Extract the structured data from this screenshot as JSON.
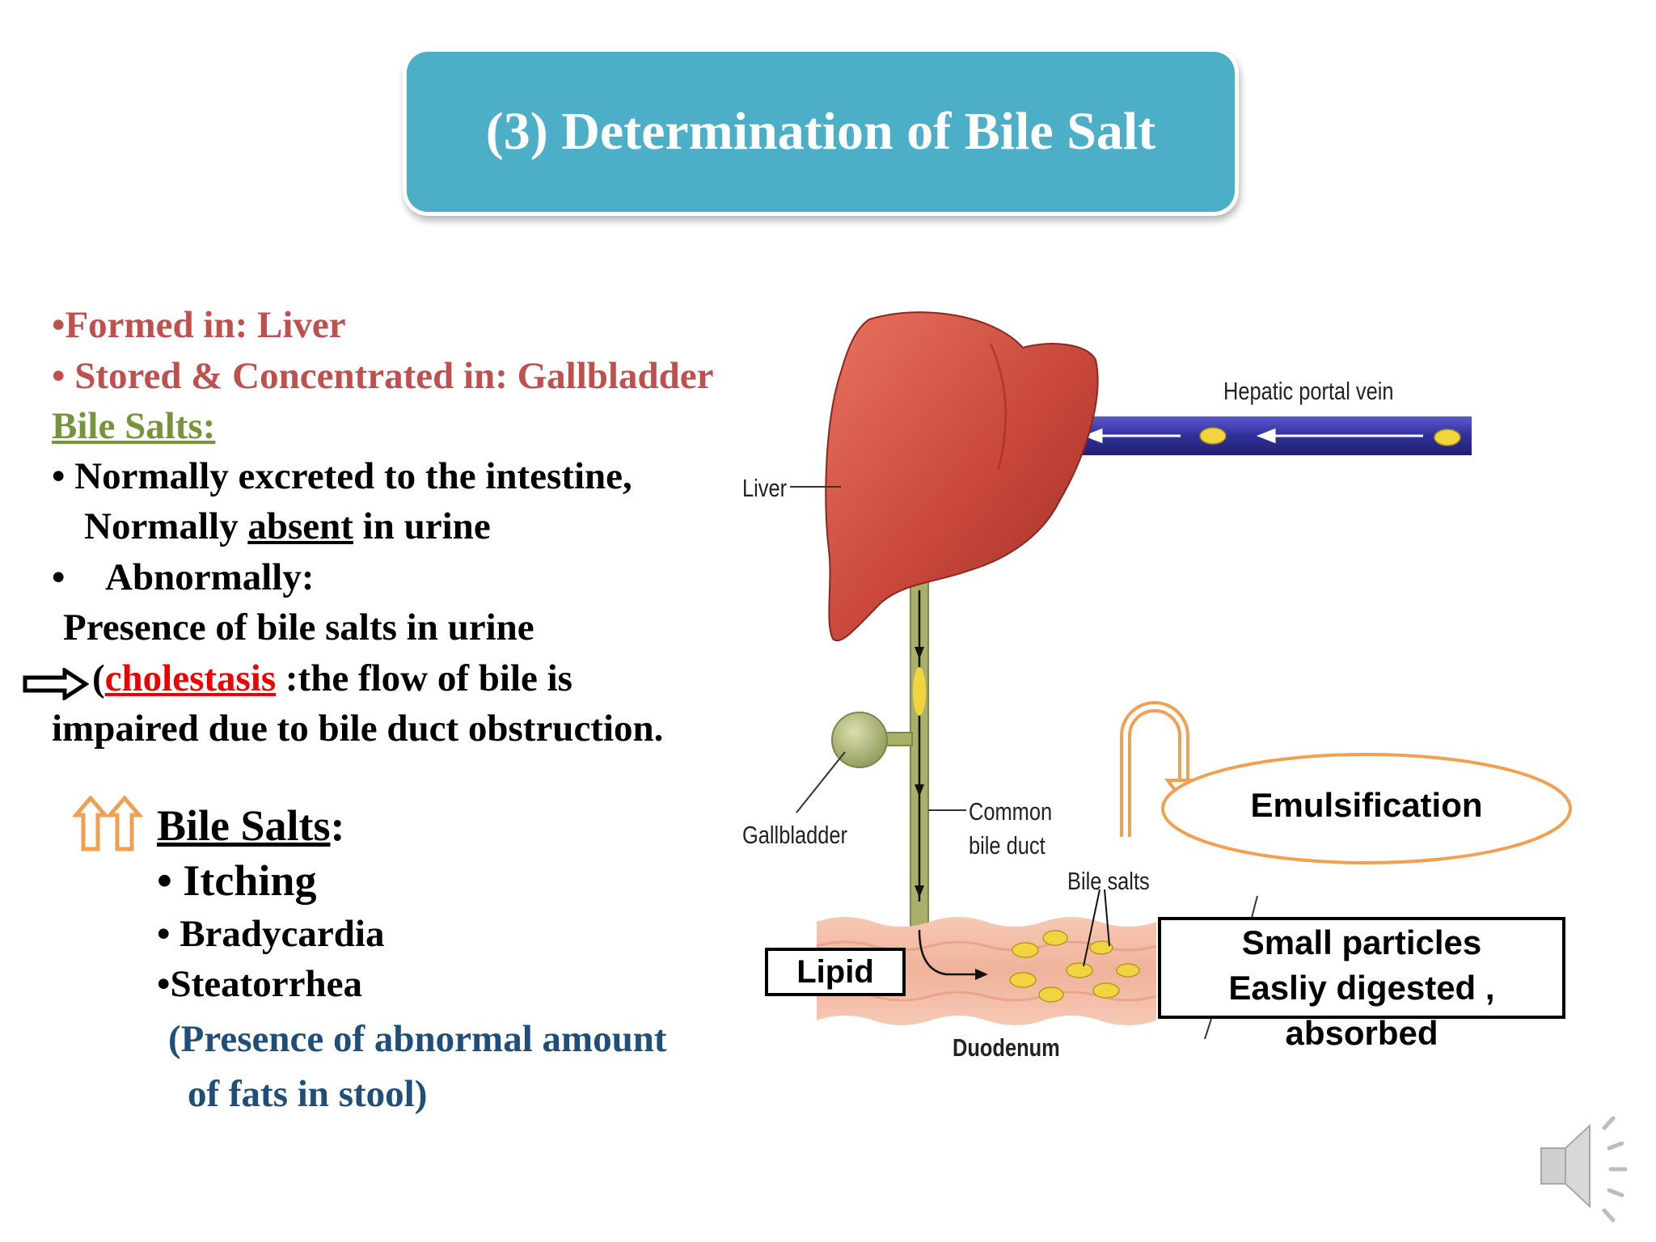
{
  "title": "(3) Determination of Bile Salt",
  "left_text": {
    "formed": "•Formed in: Liver",
    "stored": "• Stored & Concentrated in: Gallbladder",
    "bile_salts_heading": "Bile Salts:",
    "normally_excreted": "• Normally excreted to the intestine,",
    "normally_prefix": "Normally ",
    "absent": "absent",
    "in_urine": " in urine",
    "abnormally_bullet": "•",
    "abnormally": "Abnormally:",
    "presence": "Presence of bile salts in urine",
    "paren_open": "(",
    "cholestasis": "cholestasis",
    "cholestasis_rest": " :the flow of bile is",
    "impaired": "impaired due to bile duct obstruction.",
    "elevated_label": "Bile Salts",
    "elevated_colon": ":",
    "itching": "• Itching",
    "bradycardia": "• Bradycardia",
    "steatorrhea": "•Steatorrhea",
    "presence_fats_1": "(Presence of abnormal amount",
    "presence_fats_2": "of fats in stool)"
  },
  "diagram": {
    "hepatic_portal_vein": "Hepatic portal vein",
    "liver": "Liver",
    "gallbladder": "Gallbladder",
    "common_bile_duct_1": "Common",
    "common_bile_duct_2": "bile duct",
    "bile_salts": "Bile salts",
    "duodenum": "Duodenum",
    "lipid": "Lipid",
    "emulsification": "Emulsification",
    "small_particles": "Small particles",
    "easily_digested": "Easliy digested , absorbed"
  },
  "icons": {
    "arrow": "right-double-arrow-icon",
    "up_arrows": "double-up-arrow-icon",
    "u_turn": "u-turn-arrow-icon",
    "speaker": "speaker-icon"
  },
  "colors": {
    "title_bg": "#4daec8",
    "red_text": "#c0504d",
    "green_text": "#77933c",
    "blue_text": "#1f4e79",
    "highlight_red": "#ee0000",
    "orange": "#f0a050",
    "liver": "#c8463a",
    "vein": "#3a3aa8"
  }
}
